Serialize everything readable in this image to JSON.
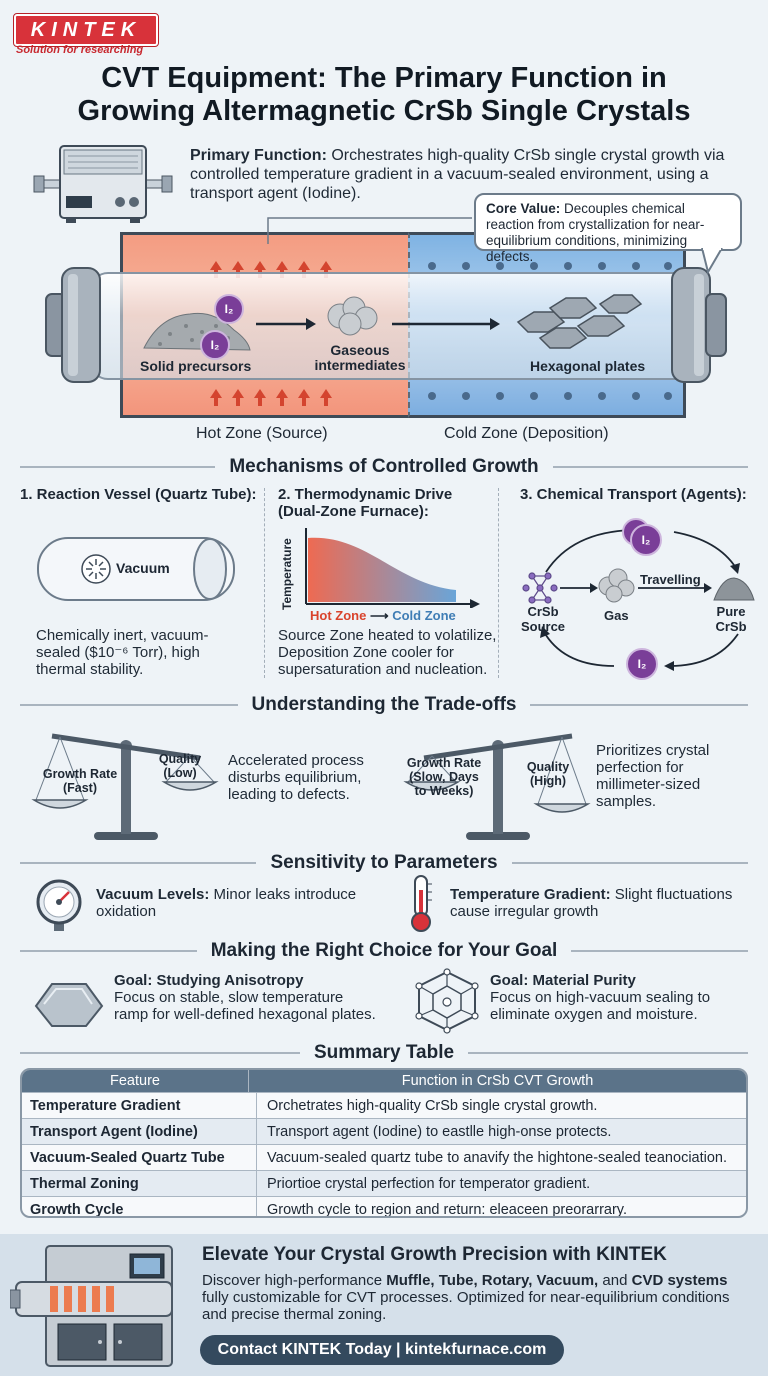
{
  "brand": {
    "logo": "KINTEK",
    "tagline": "Solution for researching"
  },
  "title": {
    "line1": "CVT Equipment: The Primary Function in",
    "line2": "Growing Altermagnetic CrSb Single Crystals"
  },
  "primary": {
    "label": "Primary Function:",
    "text": " Orchestrates high-quality CrSb single crystal growth via controlled temperature gradient in a vacuum-sealed environment, using a transport agent (Iodine)."
  },
  "core": {
    "label": "Core Value:",
    "text": " Decouples chemical reaction from crystallization for near-equilibrium conditions, minimizing defects."
  },
  "reactor": {
    "solid": "Solid precursors",
    "gaseous1": "Gaseous",
    "gaseous2": "intermediates",
    "plates": "Hexagonal plates",
    "iodine": "I₂",
    "hot_label": "Hot Zone (Source)",
    "cold_label": "Cold Zone (Deposition)"
  },
  "mechanisms": {
    "heading": "Mechanisms of Controlled Growth",
    "m1": {
      "title": "1. Reaction Vessel (Quartz Tube):",
      "vacuum": "Vacuum",
      "desc1": "Chemically inert, vacuum-",
      "desc2": "sealed ($10⁻⁶ Torr), high",
      "desc3": "thermal stability."
    },
    "m2": {
      "title1": "2. Thermodynamic Drive",
      "title2": "(Dual-Zone Furnace):",
      "ylabel": "Temperature",
      "hot": "Hot Zone",
      "arrow": "⟶",
      "cold": "Cold Zone",
      "desc1": "Source Zone heated to volatilize,",
      "desc2": "Deposition Zone cooler for",
      "desc3": "supersaturation and nucleation."
    },
    "m3": {
      "title": "3. Chemical Transport (Agents):",
      "source1": "CrSb",
      "source2": "Source",
      "gas": "Gas",
      "travel": "Travelling",
      "pure1": "Pure",
      "pure2": "CrSb",
      "iodine": "I₂"
    }
  },
  "tradeoffs": {
    "heading": "Understanding the Trade-offs",
    "left": {
      "rate1": "Growth Rate",
      "rate2": "(Fast)",
      "quality1": "Quality",
      "quality2": "(Low)",
      "desc1": "Accelerated process",
      "desc2": "disturbs equilibrium,",
      "desc3": "leading to defects."
    },
    "right": {
      "rate1": "Growth Rate",
      "rate2": "(Slow, Days",
      "rate3": "to Weeks)",
      "quality1": "Quality",
      "quality2": "(High)",
      "desc1": "Prioritizes crystal",
      "desc2": "perfection for",
      "desc3": "millimeter-sized",
      "desc4": "samples."
    }
  },
  "sensitivity": {
    "heading": "Sensitivity to Parameters",
    "vacuum": {
      "label": "Vacuum Levels:",
      "text": " Minor leaks introduce",
      "text2": "oxidation"
    },
    "temp": {
      "label": "Temperature Gradient:",
      "text": " Slight fluctuations",
      "text2": "cause irregular growth"
    }
  },
  "goals": {
    "heading": "Making the Right Choice for Your Goal",
    "aniso": {
      "title": "Goal: Studying Anisotropy",
      "desc1": "Focus on stable, slow temperature",
      "desc2": "ramp for well-defined hexagonal plates."
    },
    "purity": {
      "title": "Goal: Material Purity",
      "desc1": "Focus on high-vacuum sealing to",
      "desc2": "eliminate oxygen and moisture."
    }
  },
  "summary": {
    "heading": "Summary Table",
    "headers": [
      "Feature",
      "Function in CrSb CVT Growth"
    ],
    "rows": [
      [
        "Temperature Gradient",
        "Orchetrates high-quality CrSb single crystal growth."
      ],
      [
        "Transport Agent (Iodine)",
        "Transport agent (Iodine) to eastlle high-onse protects."
      ],
      [
        "Vacuum-Sealed Quartz Tube",
        "Vacuum-sealed quartz tube to anavify the hightone-sealed teanociation."
      ],
      [
        "Thermal Zoning",
        "Priortioe crystal perfection for temperator gradient."
      ],
      [
        "Growth Cycle",
        "Growth cycle to region and return: eleaceen preorarrary."
      ]
    ]
  },
  "footer": {
    "heading": "Elevate Your Crystal Growth Precision with KINTEK",
    "p1": "Discover high-performance ",
    "b1": "Muffle, Tube, Rotary, Vacuum,",
    "p2": " and ",
    "b2": "CVD systems",
    "line2": "fully customizable for CVT processes. Optimized for near-equilibrium conditions",
    "line3": "and precise thermal zoning.",
    "cta": "Contact KINTEK Today | kintekfurnace.com"
  },
  "colors": {
    "hot": "#f49c82",
    "cold": "#7fb3e3",
    "accent": "#d8323a",
    "iodine": "#7a3e98",
    "navy": "#344a5e"
  }
}
